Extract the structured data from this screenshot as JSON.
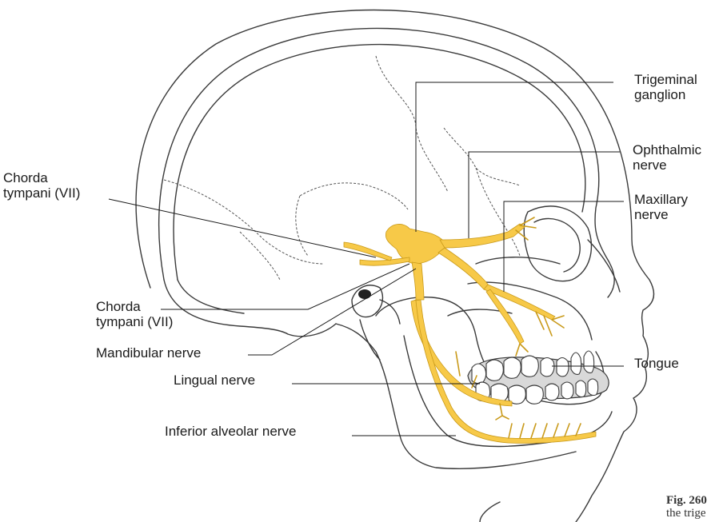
{
  "labels": {
    "trigeminal_ganglion": [
      "Trigeminal",
      "ganglion"
    ],
    "ophthalmic_nerve": [
      "Ophthalmic",
      "nerve"
    ],
    "maxillary_nerve": [
      "Maxillary",
      "nerve"
    ],
    "chorda_tympani_upper": [
      "Chorda",
      "tympani (VII)"
    ],
    "chorda_tympani_lower": [
      "Chorda",
      "tympani (VII)"
    ],
    "mandibular_nerve": "Mandibular nerve",
    "lingual_nerve": "Lingual nerve",
    "inferior_alveolar_nerve": "Inferior alveolar nerve",
    "tongue": "Tongue"
  },
  "caption": {
    "figure_number": "Fig. 260",
    "text": "the trige"
  },
  "colors": {
    "nerve": "#f7c948",
    "nerve_edge": "#c99a1a",
    "outline": "#3a3a3a",
    "suture": "#555555",
    "tongue_fill": "#d9d9d9",
    "leader": "#1a1a1a"
  }
}
